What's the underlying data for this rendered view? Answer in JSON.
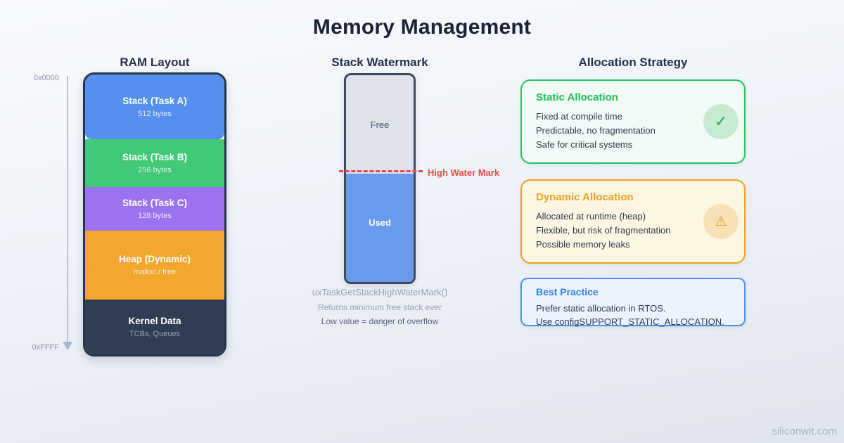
{
  "page": {
    "title": "Memory Management",
    "watermark": "siliconwit.com"
  },
  "colors": {
    "title_text": "#1B2336",
    "stack_task_a": "#5590EE",
    "stack_task_b": "#41C878",
    "stack_task_c": "#9B73F0",
    "heap": "#F1A62E",
    "kernel": "#2F3E52",
    "ram_border": "#28344A",
    "watermark_used": "#699AEC",
    "watermark_free": "#DEE3EC",
    "high_water_mark_red": "#E84A44",
    "static_green": "#23C462",
    "dynamic_orange": "#F0A11F",
    "best_practice_blue": "#4F92F0",
    "axis_gray": "#8B95A8"
  },
  "ram": {
    "header": "RAM Layout",
    "axis": {
      "top": "0x0000",
      "bottom": "0xFFFF"
    },
    "blocks": [
      {
        "label": "Stack (Task A)",
        "sub": "512 bytes"
      },
      {
        "label": "Stack (Task B)",
        "sub": "256 bytes"
      },
      {
        "label": "Stack (Task C)",
        "sub": "128 bytes"
      },
      {
        "label": "Heap (Dynamic)",
        "sub": "malloc / free"
      },
      {
        "label": "Kernel Data",
        "sub": "TCBs, Queues"
      }
    ]
  },
  "watermark_col": {
    "header": "Stack Watermark",
    "free_label": "Free",
    "used_label": "Used",
    "hwm_label": "High Water Mark",
    "caption1": "uxTaskGetStackHighWaterMark()",
    "caption2": "Returns minimum free stack ever",
    "caption3": "Low value = danger of overflow"
  },
  "strategy": {
    "header": "Allocation Strategy",
    "cards": [
      {
        "title": "Static Allocation",
        "lines": [
          "Fixed at compile time",
          "Predictable, no fragmentation",
          "Safe for critical systems"
        ],
        "icon": "check-icon"
      },
      {
        "title": "Dynamic Allocation",
        "lines": [
          "Allocated at runtime (heap)",
          "Flexible, but risk of fragmentation",
          "Possible memory leaks"
        ],
        "icon": "warning-icon"
      },
      {
        "title": "Best Practice",
        "lines": [
          "Prefer static allocation in RTOS.",
          "Use configSUPPORT_STATIC_ALLOCATION."
        ],
        "icon": null
      }
    ]
  },
  "icons": {
    "check": "✓",
    "warning": "⚠"
  }
}
